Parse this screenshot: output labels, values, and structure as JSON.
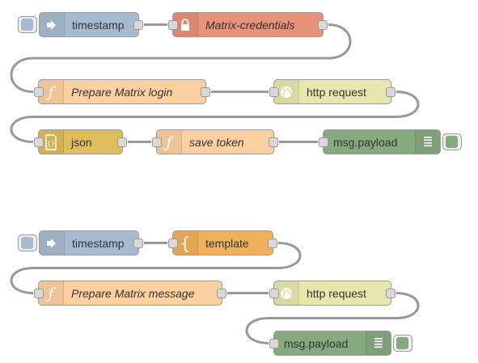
{
  "colors": {
    "inject": "#a6bbcf",
    "credentials": "#e8917b",
    "function": "#fdd0a2",
    "http": "#e7e7ae",
    "json": "#debd5c",
    "debug": "#87a980",
    "template": "#f0b15c",
    "wire": "#999999"
  },
  "flows": [
    {
      "nodes": [
        {
          "type": "inject",
          "label": "timestamp",
          "icon": "arrow-in-icon",
          "italic": false
        },
        {
          "type": "credentials",
          "label": "Matrix-credentials",
          "icon": "lock-icon",
          "italic": true
        },
        {
          "type": "function",
          "label": "Prepare Matrix login",
          "icon": "function-icon",
          "italic": true
        },
        {
          "type": "http",
          "label": "http request",
          "icon": "globe-icon",
          "italic": false
        },
        {
          "type": "json",
          "label": "json",
          "icon": "json-icon",
          "italic": false
        },
        {
          "type": "function",
          "label": "save token",
          "icon": "function-icon",
          "italic": true
        },
        {
          "type": "debug",
          "label": "msg.payload",
          "icon": "list-icon",
          "italic": false
        }
      ]
    },
    {
      "nodes": [
        {
          "type": "inject",
          "label": "timestamp",
          "icon": "arrow-in-icon",
          "italic": false
        },
        {
          "type": "template",
          "label": "template",
          "icon": "brace-icon",
          "italic": false
        },
        {
          "type": "function",
          "label": "Prepare Matrix message",
          "icon": "function-icon",
          "italic": true
        },
        {
          "type": "http",
          "label": "http request",
          "icon": "globe-icon",
          "italic": false
        },
        {
          "type": "debug",
          "label": "msg.payload",
          "icon": "list-icon",
          "italic": false
        }
      ]
    }
  ]
}
